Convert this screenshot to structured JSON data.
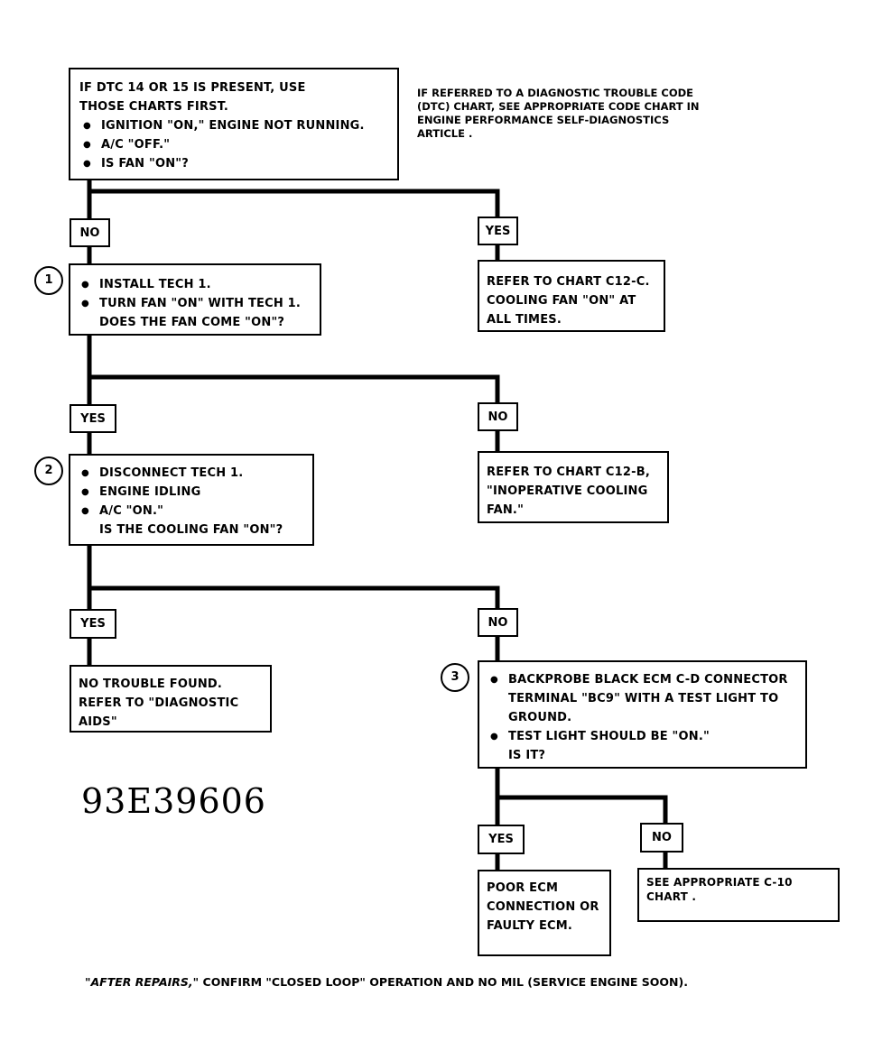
{
  "start": {
    "lines": [
      "IF DTC 14 OR 15 IS PRESENT, USE THOSE CHARTS FIRST."
    ],
    "bullets": [
      "IGNITION \"ON,\" ENGINE NOT RUNNING.",
      "A/C \"OFF.\"",
      "IS FAN \"ON\"?"
    ]
  },
  "note": "IF REFERRED TO A DIAGNOSTIC TROUBLE CODE (DTC) CHART, SEE APPROPRIATE CODE CHART IN ENGINE PERFORMANCE SELF-DIAGNOSTICS ARTICLE .",
  "labels": {
    "no": "NO",
    "yes": "YES"
  },
  "refer_c12c": "REFER TO CHART C12-C. COOLING FAN \"ON\" AT ALL TIMES.",
  "step1": {
    "number": "1",
    "bullets": [
      "INSTALL TECH 1.",
      "TURN FAN \"ON\" WITH TECH 1."
    ],
    "question": "DOES THE FAN COME \"ON\"?"
  },
  "refer_c12b": "REFER TO CHART C12-B, \"INOPERATIVE  COOLING FAN.\"",
  "step2": {
    "number": "2",
    "bullets": [
      "DISCONNECT TECH 1.",
      "ENGINE IDLING",
      "A/C \"ON.\""
    ],
    "question": "IS THE COOLING FAN \"ON\"?"
  },
  "no_trouble": "NO TROUBLE FOUND. REFER TO \"DIAGNOSTIC AIDS\"",
  "step3": {
    "number": "3",
    "bullets": [
      "BACKPROBE BLACK ECM C-D CONNECTOR TERMINAL \"BC9\" WITH A TEST LIGHT TO GROUND.",
      "TEST LIGHT SHOULD BE \"ON.\""
    ],
    "question": "IS IT?"
  },
  "poor_ecm": "POOR ECM CONNECTION OR FAULTY ECM.",
  "see_c10": "SEE APPROPRIATE C-10 CHART .",
  "figure_code": "93E39606",
  "footer": {
    "emphasis": "\"AFTER REPAIRS,\"",
    "text": " CONFIRM \"CLOSED LOOP\" OPERATION AND NO MIL (SERVICE ENGINE SOON)."
  }
}
